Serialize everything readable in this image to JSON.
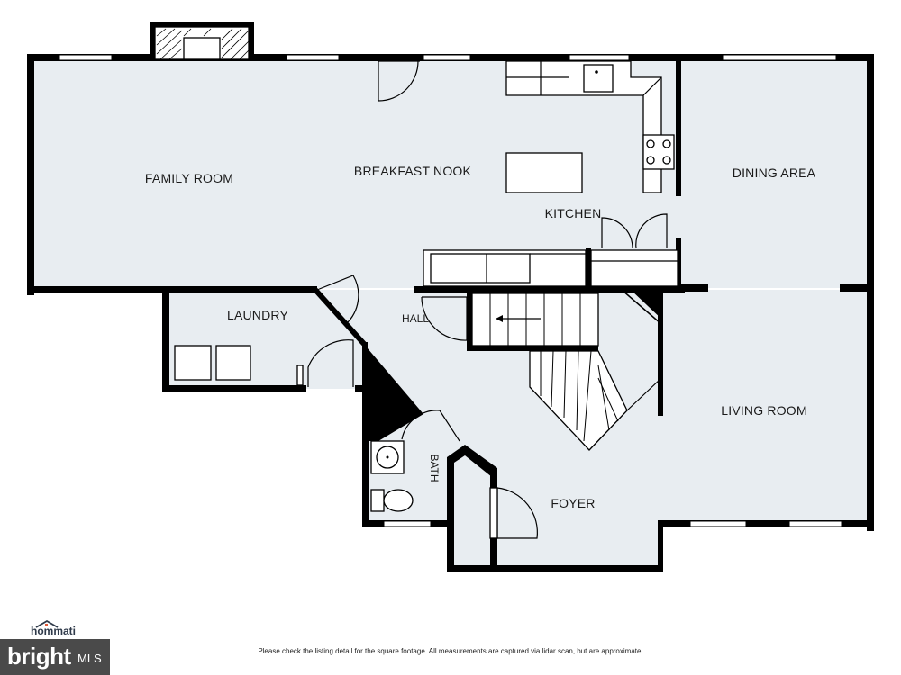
{
  "rooms": {
    "family_room": "FAMILY ROOM",
    "breakfast_nook": "BREAKFAST NOOK",
    "kitchen": "KITCHEN",
    "dining_area": "DINING AREA",
    "laundry": "LAUNDRY",
    "hall": "HALL",
    "living_room": "LIVING ROOM",
    "bath": "BATH",
    "foyer": "FOYER"
  },
  "footer": {
    "disclaimer": "Please check the listing detail for the square footage. All measurements are captured via lidar scan, but are approximate.",
    "brand_logo": "bright",
    "brand_mls": "MLS",
    "partner_logo": "hommati"
  },
  "colors": {
    "floor": "#e8edf1",
    "wall": "#000000",
    "logo_bg": "#4a4a4a"
  }
}
